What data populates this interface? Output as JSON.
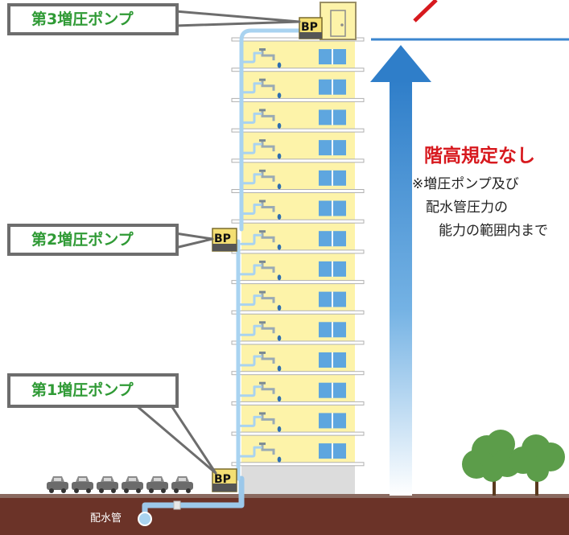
{
  "callouts": {
    "bp3": "第3増圧ポンプ",
    "bp2": "第2増圧ポンプ",
    "bp1": "第1増圧ポンプ"
  },
  "pump_tag": "BP",
  "headline": "階高規定なし",
  "note": {
    "line1": "※増圧ポンプ及び",
    "line2": "配水管圧力の",
    "line3": "能力の範囲内まで"
  },
  "main_pipe_label": "配水管",
  "colors": {
    "callout_border": "#6d6d6d",
    "callout_text": "#2f9a35",
    "headline": "#d7191e",
    "building_wall": "#fdf3a9",
    "pipe": "#a9d3f0",
    "ground": "#6b3328",
    "arrow": "#3b86cf"
  }
}
